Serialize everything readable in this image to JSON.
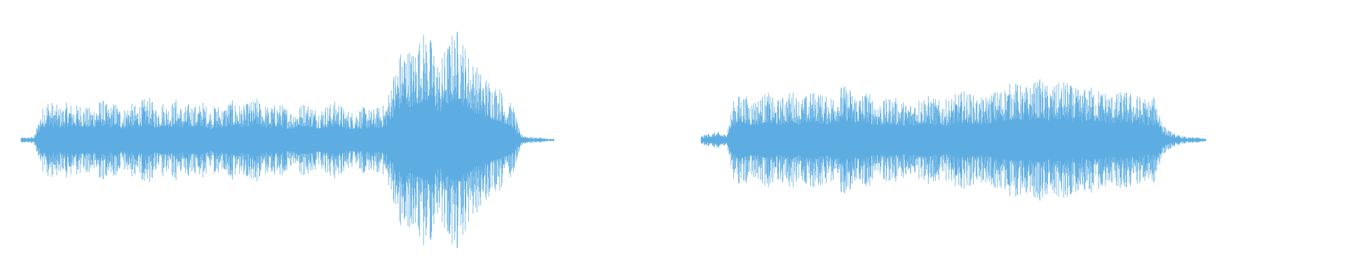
{
  "colors": {
    "background": "#ffffff",
    "waveform": "#5dade2"
  },
  "waveforms": [
    {
      "name": "waveform-left",
      "envelope": [
        0.02,
        0.02,
        0.03,
        0.22,
        0.3,
        0.26,
        0.24,
        0.28,
        0.25,
        0.27,
        0.23,
        0.26,
        0.3,
        0.24,
        0.28,
        0.22,
        0.27,
        0.25,
        0.29,
        0.31,
        0.24,
        0.28,
        0.26,
        0.3,
        0.23,
        0.27,
        0.25,
        0.28,
        0.22,
        0.26,
        0.24,
        0.29,
        0.27,
        0.25,
        0.28,
        0.3,
        0.26,
        0.24,
        0.27,
        0.25,
        0.22,
        0.24,
        0.28,
        0.26,
        0.23,
        0.25,
        0.27,
        0.29,
        0.22,
        0.21,
        0.23,
        0.24,
        0.22,
        0.24,
        0.26,
        0.45,
        0.62,
        0.7,
        0.65,
        0.74,
        0.8,
        0.72,
        0.55,
        0.68,
        0.78,
        0.82,
        0.66,
        0.58,
        0.5,
        0.46,
        0.42,
        0.38,
        0.3,
        0.25,
        0.05,
        0.03,
        0.02,
        0.02,
        0.01,
        0.01
      ]
    },
    {
      "name": "waveform-right",
      "envelope": [
        0.03,
        0.05,
        0.06,
        0.04,
        0.3,
        0.34,
        0.29,
        0.31,
        0.35,
        0.28,
        0.32,
        0.36,
        0.3,
        0.33,
        0.37,
        0.31,
        0.34,
        0.4,
        0.38,
        0.33,
        0.36,
        0.3,
        0.28,
        0.32,
        0.29,
        0.27,
        0.3,
        0.33,
        0.31,
        0.28,
        0.3,
        0.34,
        0.36,
        0.32,
        0.3,
        0.34,
        0.37,
        0.4,
        0.42,
        0.38,
        0.41,
        0.44,
        0.39,
        0.4,
        0.43,
        0.38,
        0.36,
        0.39,
        0.37,
        0.35,
        0.33,
        0.36,
        0.34,
        0.32,
        0.3,
        0.31,
        0.1,
        0.05,
        0.03,
        0.02,
        0.02,
        0.01
      ]
    }
  ]
}
